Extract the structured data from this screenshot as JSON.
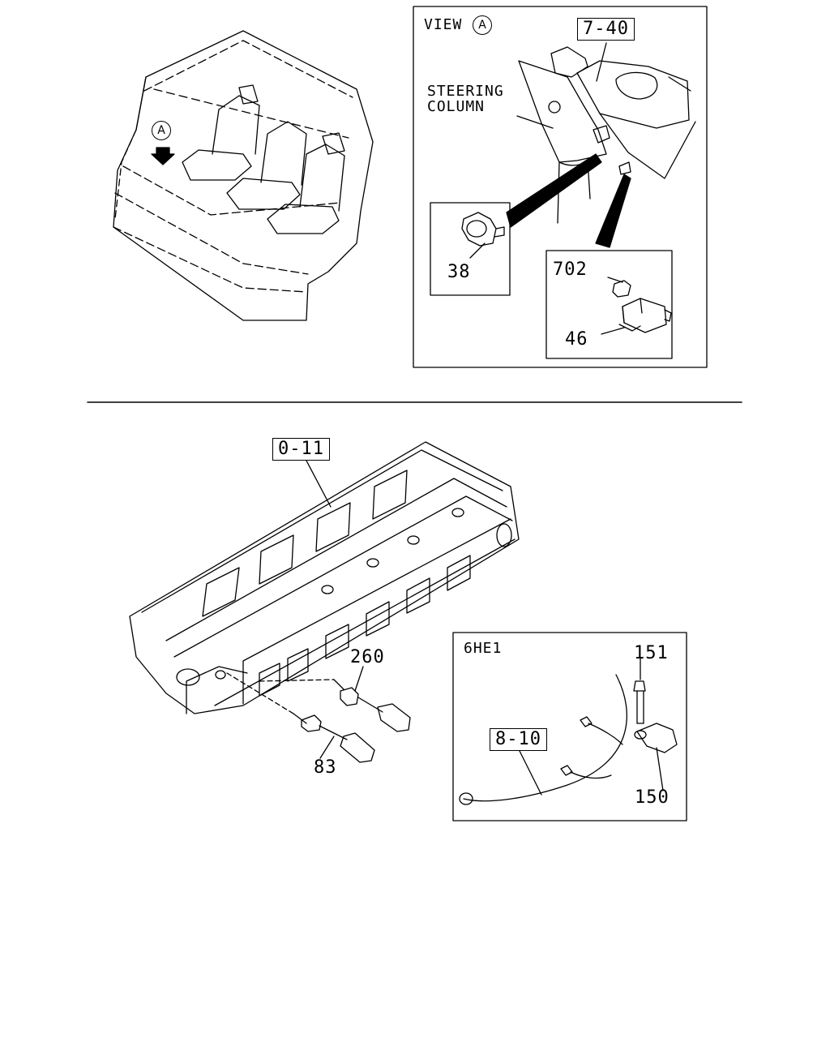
{
  "view_marker": "A",
  "view_label": "VIEW",
  "steering_label_line1": "STEERING",
  "steering_label_line2": "COLUMN",
  "engine_variant": "6HE1",
  "callouts": {
    "ref_7_40": "7-40",
    "ref_0_11": "0-11",
    "ref_8_10": "8-10",
    "p38": "38",
    "p702": "702",
    "p46": "46",
    "p260": "260",
    "p83": "83",
    "p151": "151",
    "p150": "150"
  }
}
